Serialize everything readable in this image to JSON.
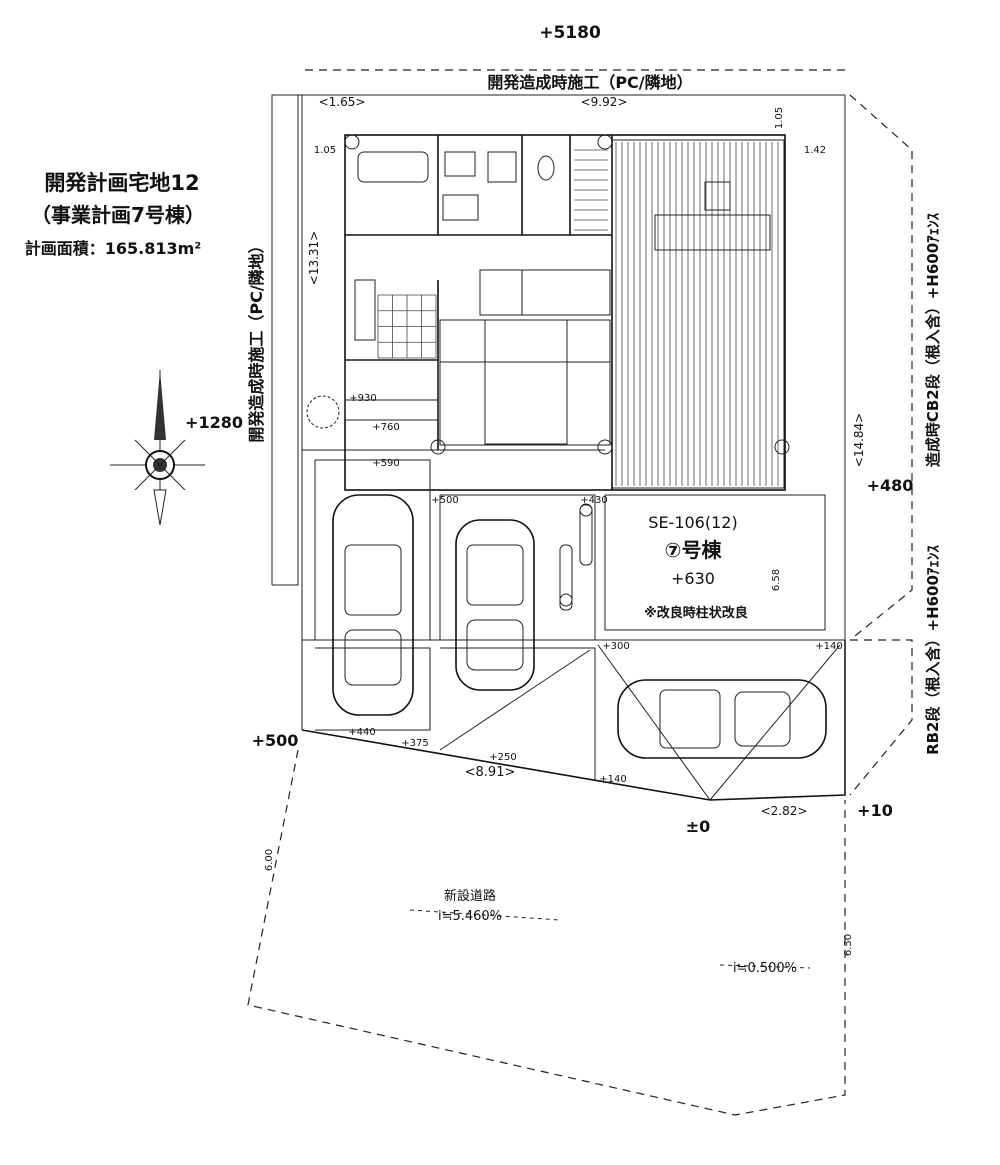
{
  "header": {
    "top_elevation": "+5180",
    "top_boundary_note": "開発造成時施工（PC/隣地）"
  },
  "info": {
    "lot_title": "開発計画宅地12",
    "project_line": "（事業計画7号棟）",
    "area_label": "計画面積：165.813m²"
  },
  "site": {
    "left_boundary_note": "開発造成時施工（PC/隣地）",
    "right_boundary_note_upper": "造成時CB2段（根入含）+H600ｱｪﾝｽ",
    "right_boundary_note_lower": "RB2段（根入含）+H600ｱｪﾝｽ",
    "house_model": "SE-106(12)",
    "house_number": "⑦号棟",
    "house_elevation": "+630",
    "ground_note": "※改良時柱状改良",
    "new_road_label": "新設道路",
    "new_road_slope": "i≒5.460%",
    "road_slope_2": "i≒0.500%"
  },
  "elevations": {
    "left": "+1280",
    "right": "+480",
    "bottom_left": "+500",
    "bottom_right": "+10",
    "zero": "±0",
    "e930": "+930",
    "e760": "+760",
    "e590": "+590",
    "e500": "+500",
    "e430": "+430",
    "e440": "+440",
    "e375": "+375",
    "e250": "+250",
    "e140a": "+140",
    "e300": "+300",
    "e140b": "+140"
  },
  "dimensions": {
    "d165": "<1.65>",
    "d992": "<9.92>",
    "d105a": "1.05",
    "d105b": "1.05",
    "d142": "1.42",
    "d1331": "<13.31>",
    "d1484": "<14.84>",
    "d891": "<8.91>",
    "d282": "<2.82>",
    "d658": "6.58",
    "d600": "6.00",
    "d650": "6.50"
  }
}
